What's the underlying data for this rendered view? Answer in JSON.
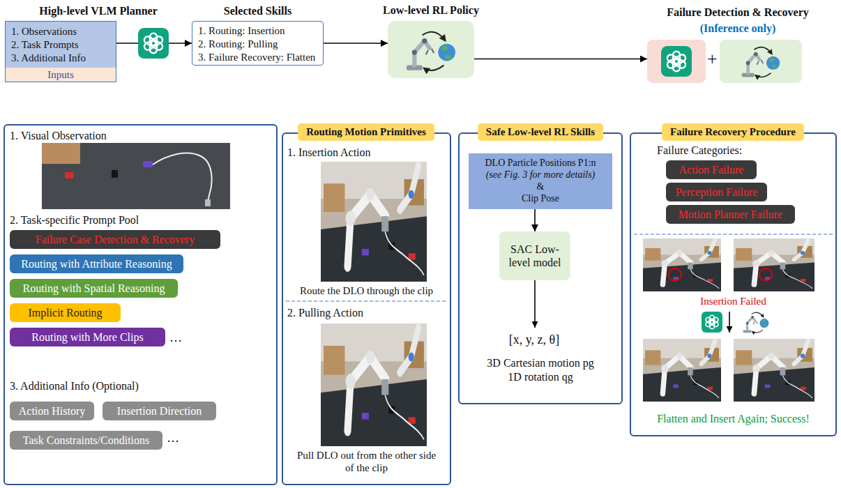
{
  "diagram": {
    "nodes": [
      {
        "text": [
          "High-level VLM Planner",
          "1. Observations",
          "2. Task Prompts",
          "3. Additional Info",
          "Inputs"
        ]
      },
      {
        "text": [
          "Selected Skills",
          "1. Routing: Insertion",
          "2. Routing: Pulling",
          "3. Failure Recovery: Flatten"
        ]
      },
      {
        "text": [
          "Low-level RL Policy"
        ]
      },
      {
        "text": [
          "Failure Detection & Recovery",
          "(Inference only)"
        ]
      },
      {
        "text": [
          "1. Visual Observation",
          "2. Task-specific Prompt Pool",
          "3. Additional Info (Optional)"
        ]
      },
      {
        "text": [
          "Failure Case Detection & Recovery"
        ],
        "in": 4
      },
      {
        "text": [
          "Routing with Attribute Reasoning"
        ],
        "in": 4
      },
      {
        "text": [
          "Routing with Spatial Reasoning"
        ],
        "in": 4
      },
      {
        "text": [
          "Implicit Routing"
        ],
        "in": 4
      },
      {
        "text": [
          "Routing with More Clips"
        ],
        "in": 4
      },
      {
        "text": [
          "Action History"
        ],
        "in": 4
      },
      {
        "text": [
          "Insertion Direction"
        ],
        "in": 4
      },
      {
        "text": [
          "Task Constraints/Conditions"
        ],
        "in": 4
      },
      {
        "text": [
          "1. Insertion Action",
          "Route the DLO through the clip",
          "2. Pulling Action",
          "Pull DLO out from the other side of the clip"
        ]
      },
      {
        "text": [
          "Routing Motion Primitives"
        ],
        "in": 13
      },
      {
        "text": [
          "[x, y, z, θ]",
          "3D Cartesian motion pg",
          "1D rotation qg"
        ]
      },
      {
        "text": [
          "Safe Low-level RL Skills"
        ],
        "in": 15
      },
      {
        "text": [
          "DLO Particle Positions P1:n",
          "(see Fig. 3 for more details)",
          "&",
          "Clip Pose"
        ],
        "in": 15
      },
      {
        "text": [
          "SAC Low-level model"
        ],
        "in": 15
      },
      {
        "text": [
          "Failure Categories:",
          "Insertion Failed",
          "Flatten and Insert Again; Success!"
        ]
      },
      {
        "text": [
          "Failure Recovery Procedure"
        ],
        "in": 19
      },
      {
        "text": [
          "Action Failure"
        ],
        "in": 19
      },
      {
        "text": [
          "Perception Failure"
        ],
        "in": 19
      },
      {
        "text": [
          "Motion Planner Failure"
        ],
        "in": 19
      }
    ],
    "edges": [
      {
        "from": 0,
        "to": 1,
        "arrow": "to"
      },
      {
        "from": 1,
        "to": 2,
        "arrow": "to"
      },
      {
        "from": 2,
        "to": 3,
        "arrow": "to"
      },
      {
        "from": 17,
        "to": 18,
        "arrow": "to"
      }
    ],
    "labels": [
      "…",
      "…",
      "+"
    ]
  }
}
